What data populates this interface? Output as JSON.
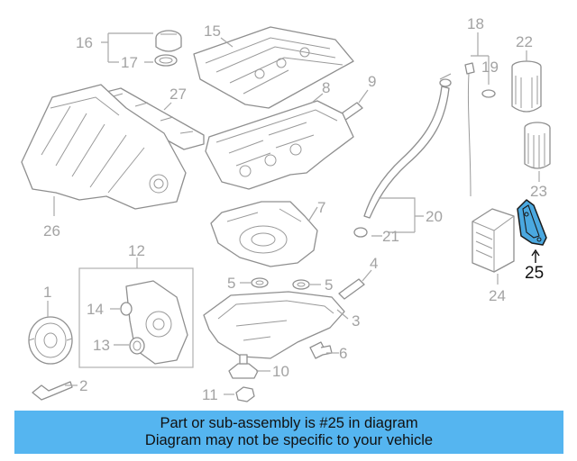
{
  "highlight_color": "#4aa8e0",
  "banner_color": "#55b5f0",
  "callouts": {
    "c1": "1",
    "c2": "2",
    "c3": "3",
    "c4": "4",
    "c5a": "5",
    "c5b": "5",
    "c6": "6",
    "c7": "7",
    "c8": "8",
    "c9": "9",
    "c10": "10",
    "c11": "11",
    "c12": "12",
    "c13": "13",
    "c14": "14",
    "c15": "15",
    "c16": "16",
    "c17": "17",
    "c18": "18",
    "c19": "19",
    "c20": "20",
    "c21": "21",
    "c22": "22",
    "c23": "23",
    "c24": "24",
    "c25": "25",
    "c26": "26",
    "c27": "27"
  },
  "banner": {
    "line1": "Part or sub-assembly is #25 in diagram",
    "line2": "Diagram may not be specific to your vehicle"
  }
}
